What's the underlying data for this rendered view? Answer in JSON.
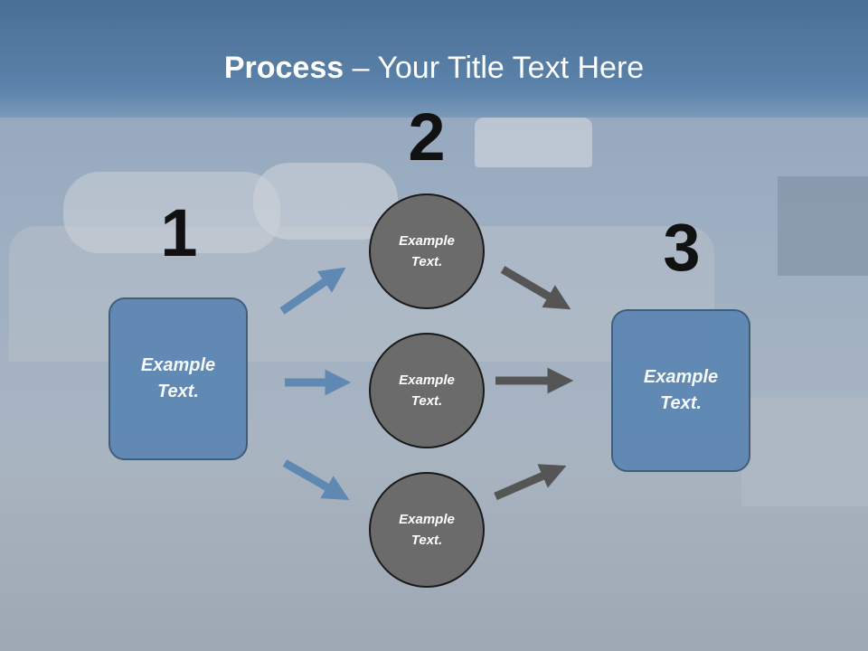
{
  "title": {
    "bold": "Process",
    "rest": " – Your Title Text Here"
  },
  "steps": {
    "one": "1",
    "two": "2",
    "three": "3"
  },
  "left_box": {
    "text": "Example Text."
  },
  "right_box": {
    "text": "Example Text."
  },
  "circles": [
    {
      "text": "Example Text."
    },
    {
      "text": "Example Text."
    },
    {
      "text": "Example Text."
    }
  ],
  "colors": {
    "blue_arrow": "#5f88b3",
    "grey_arrow": "#555555",
    "box_fill": "#5b86b2",
    "circle_fill": "#6b6b6b"
  }
}
